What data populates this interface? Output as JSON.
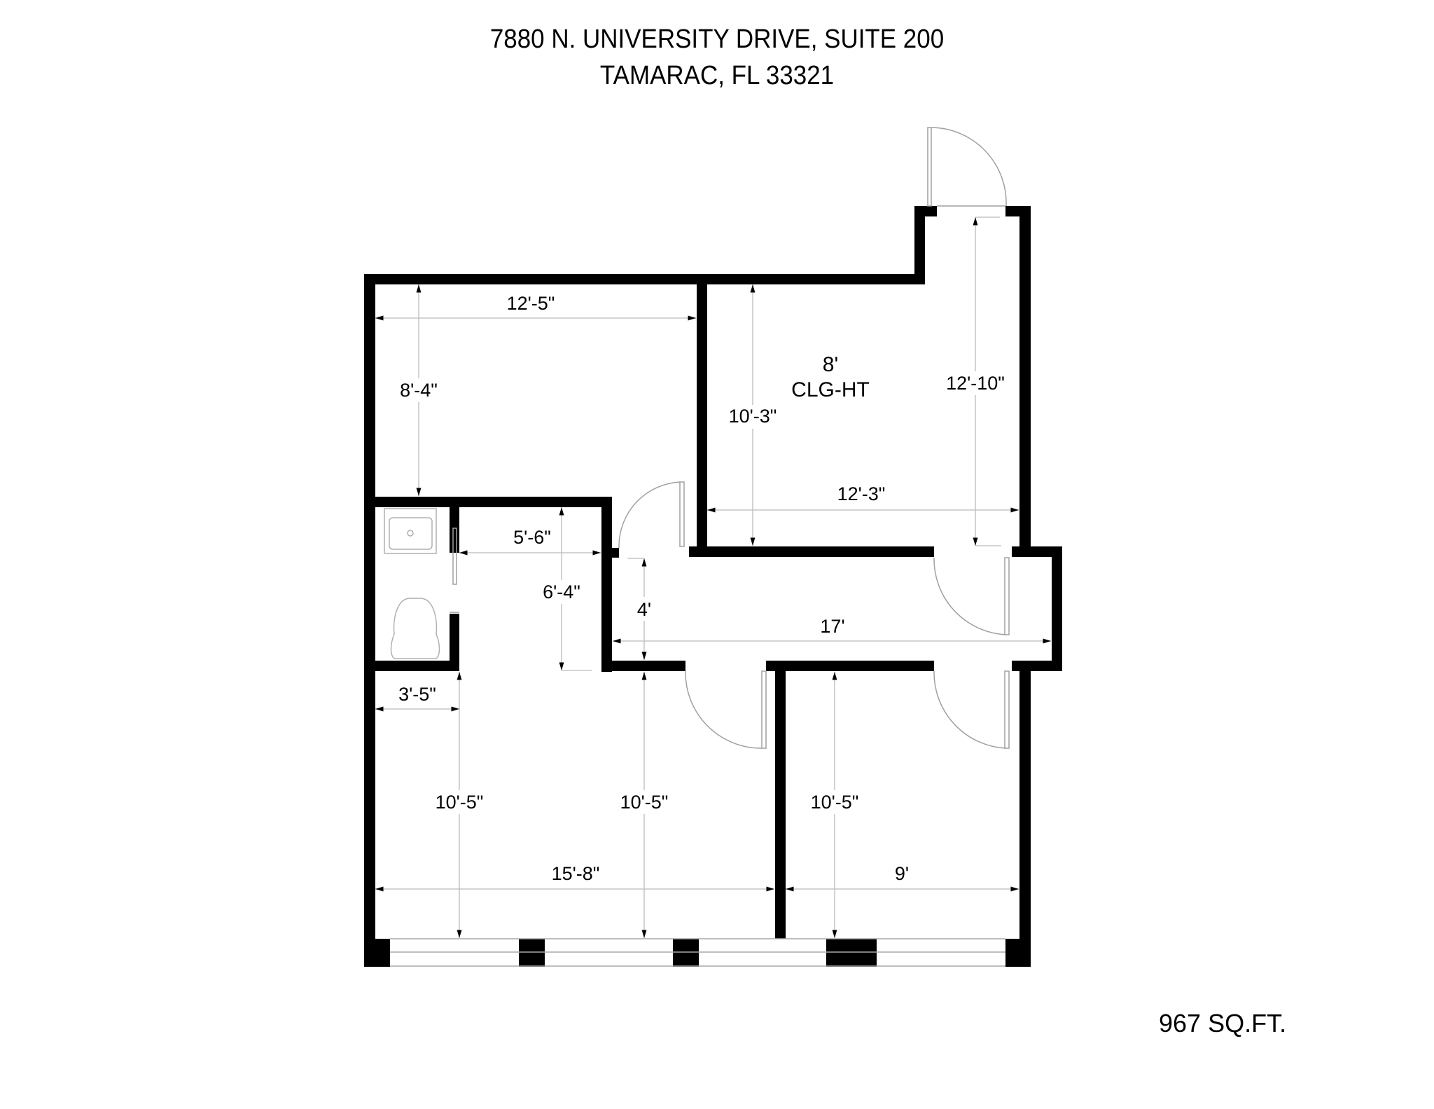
{
  "header": {
    "address_line1": "7880 N. UNIVERSITY DRIVE, SUITE 200",
    "address_line2": "TAMARAC, FL 33321"
  },
  "footer": {
    "area": "967 SQ.FT."
  },
  "rooms": {
    "top_left_room": {
      "width": "12'-5\"",
      "depth": "8'-4\""
    },
    "top_right_room": {
      "ceiling_height_value": "8'",
      "ceiling_height_label": "CLG-HT",
      "left_depth": "10'-3\"",
      "right_depth": "12'-10\"",
      "width": "12'-3\""
    },
    "bathroom_area": {
      "width": "5'-6\"",
      "depth": "6'-4\"",
      "fixtures": [
        "sink-icon",
        "toilet-icon"
      ]
    },
    "hallway": {
      "width": "4'",
      "length": "17'"
    },
    "bottom_left_room": {
      "offset": "3'-5\"",
      "depth_left": "10'-5\"",
      "depth_mid": "10'-5\"",
      "width": "15'-8\""
    },
    "bottom_right_room": {
      "depth": "10'-5\"",
      "width": "9'"
    }
  },
  "colors": {
    "wall": "#000000",
    "dimension_line": "#b8b8b8",
    "background": "#ffffff"
  }
}
